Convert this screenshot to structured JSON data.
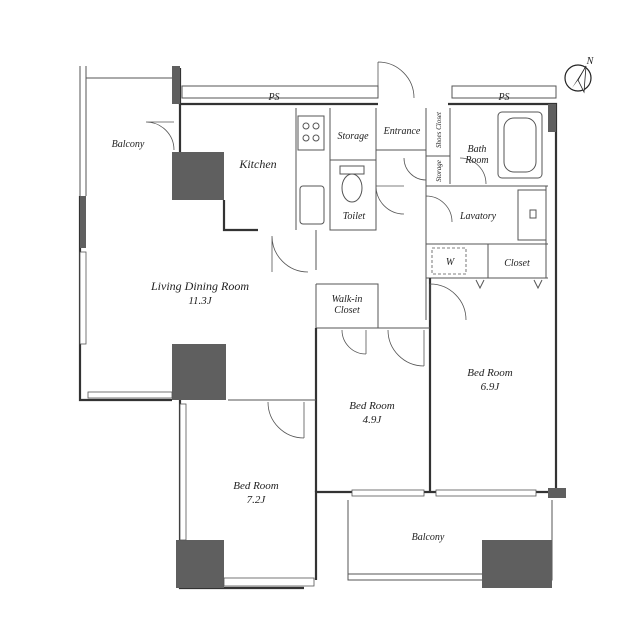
{
  "rooms": {
    "balcony_nw": "Balcony",
    "kitchen": "Kitchen",
    "storage_main": "Storage",
    "entrance": "Entrance",
    "shoes_closet": "Shoes Closet",
    "bath_line1": "Bath",
    "bath_line2": "Room",
    "storage_small": "Storage",
    "toilet": "Toilet",
    "lavatory": "Lavatory",
    "washer_mark": "W",
    "closet": "Closet",
    "ldr_name": "Living Dining Room",
    "ldr_size": "11.3J",
    "walkin_line1": "Walk-in",
    "walkin_line2": "Closet",
    "bed_e_name": "Bed Room",
    "bed_e_size": "6.9J",
    "bed_c_name": "Bed Room",
    "bed_c_size": "4.9J",
    "bed_sw_name": "Bed Room",
    "bed_sw_size": "7.2J",
    "balcony_s": "Balcony"
  },
  "labels": {
    "ps_left": "PS",
    "ps_right": "PS",
    "north": "N"
  }
}
